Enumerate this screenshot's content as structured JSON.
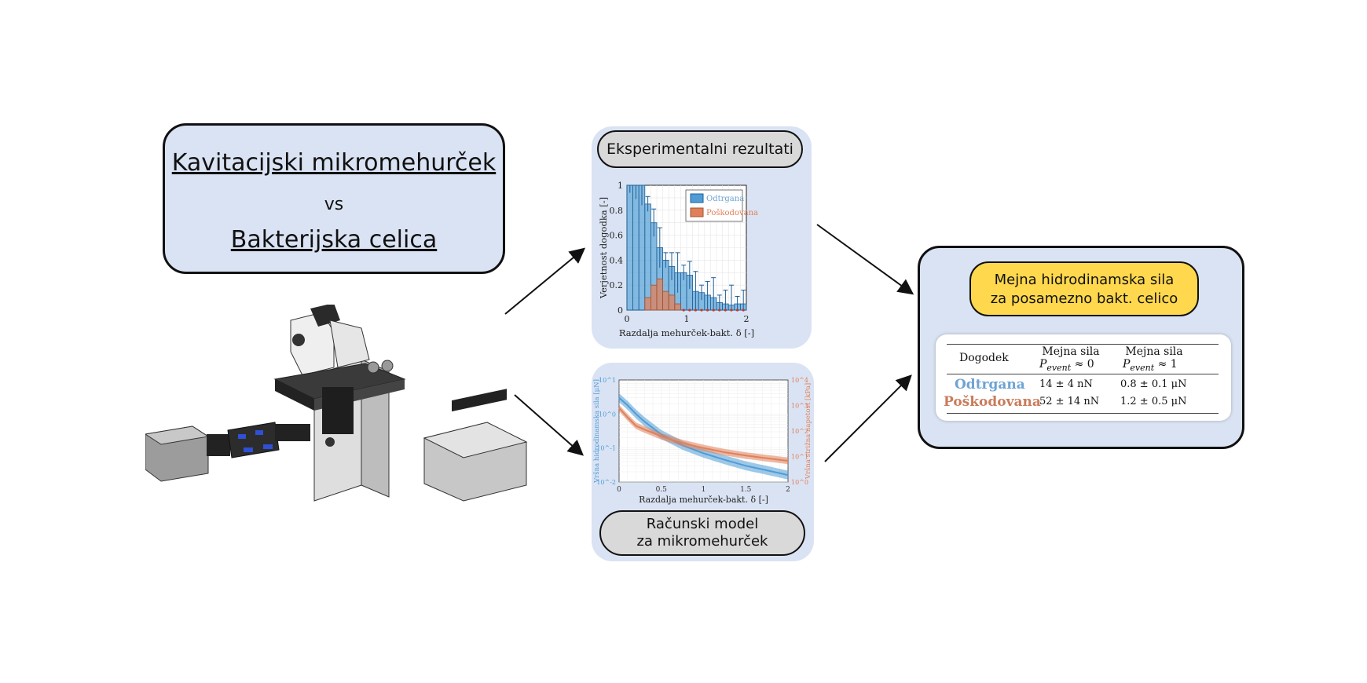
{
  "left_panel": {
    "title_top": "Kavitacijski mikromehurček",
    "vs": "vs",
    "title_bottom": "Bakterijska celica"
  },
  "experimental_card": {
    "label": "Eksperimentalni rezultati"
  },
  "model_card": {
    "label_line1": "Računski model",
    "label_line2": "za mikromehurček"
  },
  "result_panel": {
    "header_line1": "Mejna hidrodinamska sila",
    "header_line2": "za posamezno bakt. celico",
    "table": {
      "col_event": "Dogodek",
      "col_force_label": "Mejna sila",
      "col_p0": "P",
      "col_p0_sub": "event",
      "col_p0_rel": "≈ 0",
      "col_p1_rel": "≈ 1",
      "rows": [
        {
          "event": "Odtrgana",
          "f0": "14 ± 4 nN",
          "f1": "0.8 ± 0.1 μN"
        },
        {
          "event": "Poškodovana",
          "f0": "52 ± 14 nN",
          "f1": "1.2 ± 0.5 μN"
        }
      ]
    }
  },
  "colors": {
    "panel_bg": "#dae3f3",
    "blue": "#4f9cd6",
    "orange": "#e0805a",
    "yellow": "#ffd84d",
    "pill": "#d9d9d9"
  },
  "chart_data": [
    {
      "type": "bar",
      "xlabel": "Razdalja mehurček-bakt. δ [-]",
      "ylabel": "Verjetnost dogodka [-]",
      "xlim": [
        0,
        2
      ],
      "ylim": [
        0,
        1
      ],
      "x_ticks": [
        "0",
        "1",
        "2"
      ],
      "y_ticks": [
        "0",
        "0.2",
        "0.4",
        "0.6",
        "0.8",
        "1"
      ],
      "legend": [
        "Odtrgana",
        "Poškodovana"
      ],
      "legend_placement": "top-right",
      "grid": true,
      "bin_width": 0.1,
      "bin_starts": [
        0,
        0.1,
        0.2,
        0.3,
        0.4,
        0.5,
        0.6,
        0.7,
        0.8,
        0.9,
        1.0,
        1.1,
        1.2,
        1.3,
        1.4,
        1.5,
        1.6,
        1.7,
        1.8,
        1.9
      ],
      "series": [
        {
          "name": "Odtrgana",
          "values": [
            1.0,
            1.0,
            1.0,
            0.85,
            0.7,
            0.5,
            0.4,
            0.35,
            0.3,
            0.3,
            0.28,
            0.15,
            0.14,
            0.12,
            0.1,
            0.06,
            0.05,
            0.04,
            0.05,
            0.05
          ]
        },
        {
          "name": "Poškodovana",
          "values": [
            0,
            0,
            0,
            0.1,
            0.2,
            0.25,
            0.15,
            0.12,
            0.05,
            0,
            0,
            0,
            0,
            0,
            0,
            0,
            0,
            0,
            0,
            0
          ]
        }
      ]
    },
    {
      "type": "line",
      "xlabel": "Razdalja mehurček-bakt. δ [-]",
      "ylabel_left": "Vršna hidrodinamska sila [μN]",
      "ylabel_right": "Vršna strižna napetost [kPa]",
      "xlim": [
        0,
        2
      ],
      "ylim_left": [
        0.01,
        10
      ],
      "y_scale": "log",
      "x_ticks": [
        "0",
        "0.5",
        "1",
        "1.5",
        "2"
      ],
      "y_ticks_left": [
        "10^-2",
        "10^-1",
        "10^0",
        "10^1"
      ],
      "y_ticks_right": [
        "10^0",
        "10^1",
        "10^2",
        "10^3",
        "10^4"
      ],
      "grid": true,
      "series": [
        {
          "name": "",
          "x": [
            0,
            0.1,
            0.2,
            0.3,
            0.5,
            0.75,
            1.0,
            1.25,
            1.5,
            1.75,
            2.0
          ],
          "y": [
            3.0,
            1.8,
            1.0,
            0.6,
            0.25,
            0.12,
            0.07,
            0.045,
            0.03,
            0.022,
            0.016
          ]
        },
        {
          "name": "",
          "x": [
            0,
            0.1,
            0.2,
            0.3,
            0.5,
            0.75,
            1.0,
            1.25,
            1.5,
            1.75,
            2.0
          ],
          "y": [
            1.5,
            0.8,
            0.45,
            0.35,
            0.22,
            0.14,
            0.1,
            0.075,
            0.06,
            0.05,
            0.042
          ]
        }
      ]
    }
  ]
}
